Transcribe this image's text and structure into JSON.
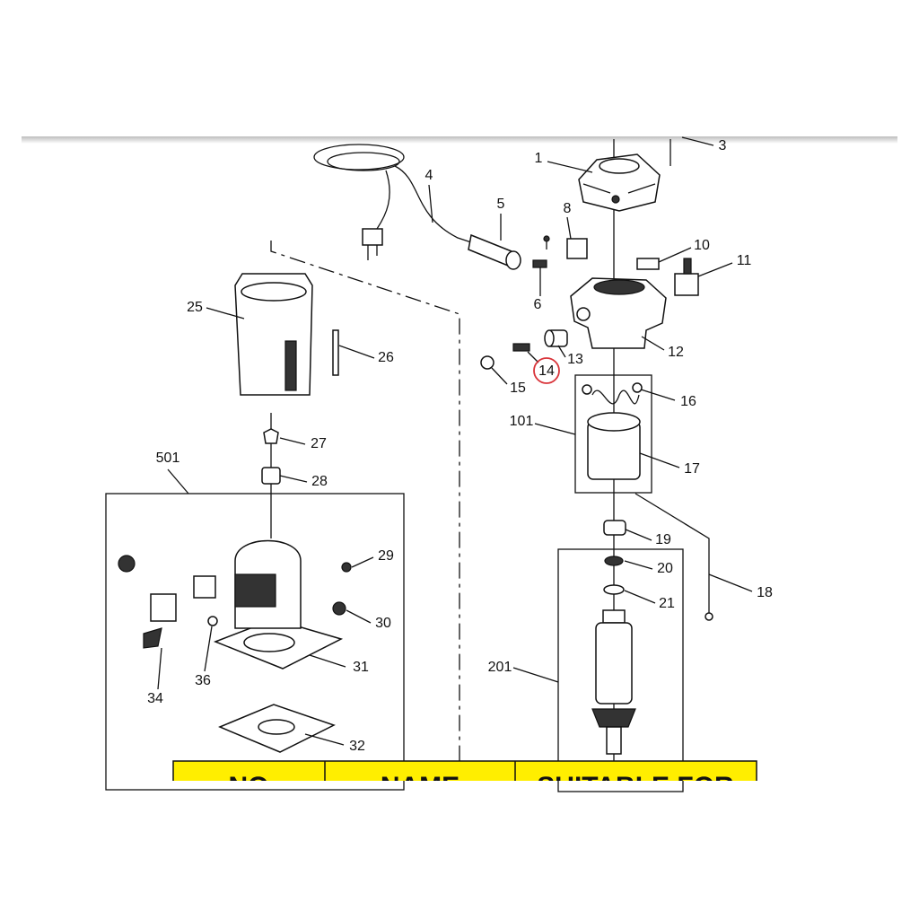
{
  "diagram": {
    "labels": {
      "p1": "1",
      "p3": "3",
      "p4": "4",
      "p5": "5",
      "p6": "6",
      "p8": "8",
      "p10": "10",
      "p11": "11",
      "p12": "12",
      "p13": "13",
      "p14": "14",
      "p15": "15",
      "p16": "16",
      "p17": "17",
      "p18": "18",
      "p19": "19",
      "p20": "20",
      "p21": "21",
      "p25": "25",
      "p26": "26",
      "p27": "27",
      "p28": "28",
      "p29": "29",
      "p30": "30",
      "p31": "31",
      "p32": "32",
      "p34": "34",
      "p36": "36",
      "p101": "101",
      "p201": "201",
      "p501": "501"
    },
    "highlight_color": "#d9343a"
  },
  "table": {
    "header_color": "#ffee00",
    "columns": [
      "NO",
      "NAME",
      "SUITABLE FOR"
    ]
  }
}
